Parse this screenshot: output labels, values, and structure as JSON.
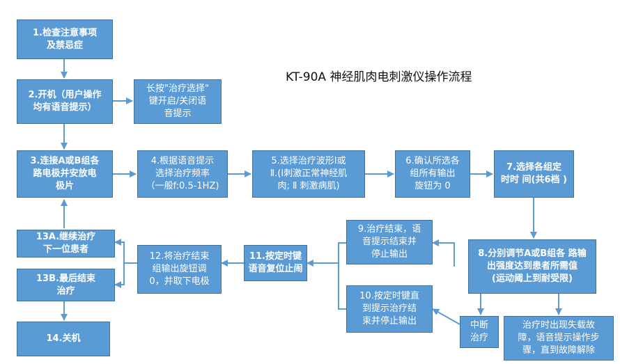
{
  "title": "KT-90A 神经肌肉电刺激仪操作流程",
  "steps": {
    "s1": "1.检查注意事项\n及禁忌症",
    "s2": "2.开机（用户操作\n均有语音提示）",
    "s2_note": "长按\"治疗选择\"\n键开启/关闭语\n音提示",
    "s3": "3.连接A或B组各\n路电极并安放电\n极片",
    "s4": "4.根据语音提示\n选择治疗频率\n（一般f:0.5-1HZ)",
    "s5": "5.选择治疗波形Ⅰ或\nⅡ.(Ⅰ刺激正常神经肌\n肉; Ⅱ 刺激病肌)",
    "s6": "6.确认所选各\n组所有输出\n旋钮为 0",
    "s7": "7.选择各组定\n时时 间(共6档 )",
    "s8": "8.分别调节A或B组各 路输\n出强度达到患者所需值\n(运动阈上到耐受限)",
    "s9": "9.治疗结束，语\n音提示结束并\n停止输出",
    "s10": "10.按定时键直\n到提示治疗结\n束并停止输出",
    "s11": "11.按定时键\n语音复位止闹",
    "s12": "12.将治疗结束\n组输出旋钮调\n0，并取下电极",
    "s13a": "13A.继续治疗\n下一位患者",
    "s13b": "13B.最后结束\n治疗",
    "s14": "14.关机",
    "interrupt": "中断\n治疗",
    "fault": "治疗时出现失载故\n障，语音提示操作步\n骤，直到故障解除"
  },
  "colors": {
    "box_fill": "#5b9bd5",
    "box_border": "#41719c",
    "arrow": "#5b9bd5",
    "text": "#ffffff"
  }
}
